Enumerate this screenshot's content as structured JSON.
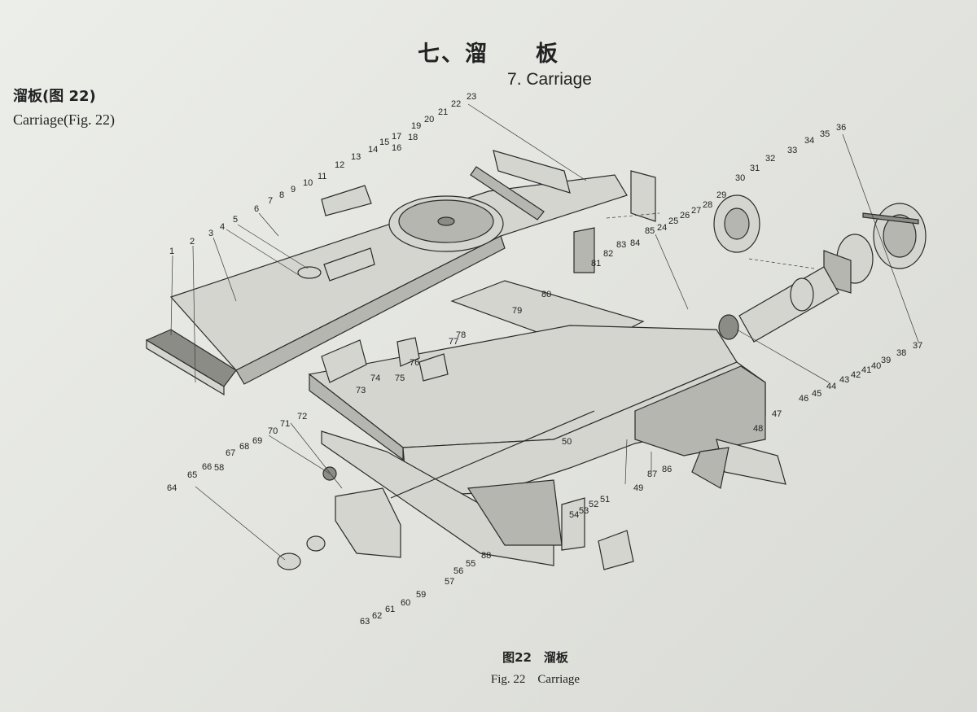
{
  "heading": {
    "cn": "七、溜　　板",
    "en": "7. Carriage"
  },
  "subheading": {
    "cn": "溜板(图 22)",
    "en": "Carriage(Fig. 22)"
  },
  "caption": {
    "cn": "图22　溜板",
    "en": "Fig. 22　Carriage"
  },
  "part_numbers": [
    "1",
    "2",
    "3",
    "4",
    "5",
    "6",
    "7",
    "8",
    "9",
    "10",
    "11",
    "12",
    "13",
    "14",
    "15",
    "16",
    "17",
    "18",
    "19",
    "20",
    "21",
    "22",
    "23",
    "24",
    "25",
    "26",
    "27",
    "28",
    "29",
    "30",
    "31",
    "32",
    "33",
    "34",
    "35",
    "36",
    "37",
    "38",
    "39",
    "40",
    "41",
    "42",
    "43",
    "44",
    "45",
    "46",
    "47",
    "48",
    "49",
    "50",
    "51",
    "52",
    "53",
    "54",
    "55",
    "56",
    "57",
    "58",
    "59",
    "60",
    "61",
    "62",
    "63",
    "64",
    "65",
    "66",
    "67",
    "68",
    "69",
    "70",
    "71",
    "72",
    "73",
    "74",
    "75",
    "76",
    "77",
    "78",
    "79",
    "80",
    "81",
    "82",
    "83",
    "84",
    "85",
    "86",
    "87",
    "88"
  ]
}
